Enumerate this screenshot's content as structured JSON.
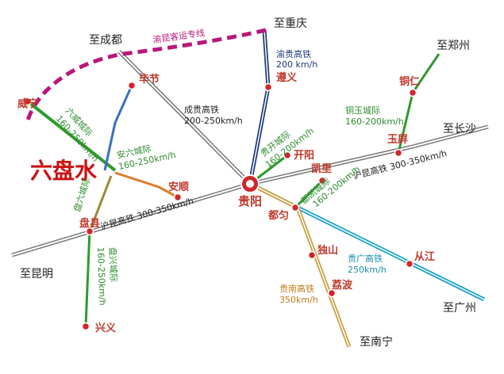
{
  "map": {
    "hub_city": "贵阳",
    "focus_city": "六盘水",
    "destinations": {
      "chongqing": "至重庆",
      "chengdu": "至成都",
      "zhengzhou": "至郑州",
      "changsha": "至长沙",
      "kunming": "至昆明",
      "guangzhou": "至广州",
      "nanning": "至南宁"
    },
    "stations": {
      "weining": "威宁",
      "bijie": "毕节",
      "zunyi": "遵义",
      "tongren": "铜仁",
      "yuping": "玉屏",
      "kaiyang": "开阳",
      "kaili": "凯里",
      "anshun": "安顺",
      "duyun": "都匀",
      "panxian": "盘县",
      "dushan": "独山",
      "libo": "荔波",
      "congjiang": "从江",
      "xingyi": "兴义"
    },
    "lines": {
      "yukun": {
        "name": "渝昆客运专线"
      },
      "yugui": {
        "name": "渝贵高铁",
        "speed": "200 km/h"
      },
      "chenggui": {
        "name": "成贵高铁",
        "speed": "200-250km/h"
      },
      "tongyu": {
        "name": "铜玉城际",
        "speed": "160-200km/h"
      },
      "guikai": {
        "name": "贵开城际",
        "speed": "160-200km/h"
      },
      "hukun_east": {
        "name": "沪昆高铁 300-350km/h"
      },
      "hukun_west": {
        "name": "沪昆高铁 300-350km/h"
      },
      "duxin": {
        "name": "都凯城际",
        "speed": "160-200km/h"
      },
      "anliu": {
        "name": "安六城际",
        "speed": "160-250km/h"
      },
      "liuwei": {
        "name": "六威城际",
        "speed": "160-250km/h"
      },
      "panxing": {
        "name": "盘兴城际",
        "speed": "160-250km/h"
      },
      "guiguang": {
        "name": "贵广高铁",
        "speed": "250km/h"
      },
      "guinan": {
        "name": "贵南高铁",
        "speed": "350km/h"
      },
      "liupan": {
        "name": "盘六城际"
      }
    },
    "colors": {
      "hukun": "#555555",
      "magenta": "#b8177a",
      "green": "#2e9a2e",
      "blue": "#3a6fc4",
      "orange": "#e07b2a",
      "cyan": "#1aa0c8",
      "gold": "#c8a040",
      "navy": "#223a7a",
      "station_dot": "#d0272c"
    }
  }
}
